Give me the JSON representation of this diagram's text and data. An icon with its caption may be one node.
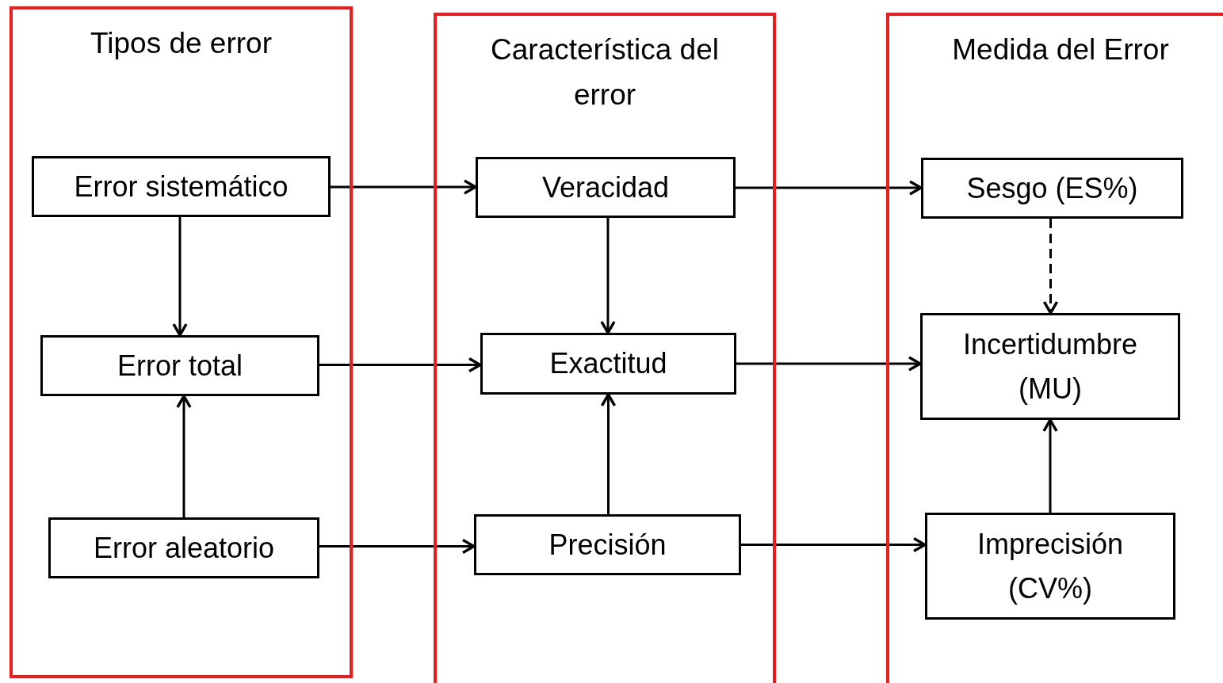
{
  "diagram": {
    "nodes": [
      {
        "text": [
          "Tipos de error"
        ]
      },
      {
        "text": [
          "Error sistemático"
        ],
        "in": 0
      },
      {
        "text": [
          "Error total"
        ],
        "in": 0
      },
      {
        "text": [
          "Error aleatorio"
        ],
        "in": 0
      },
      {
        "text": [
          "Característica del error"
        ]
      },
      {
        "text": [
          "Veracidad"
        ],
        "in": 4
      },
      {
        "text": [
          "Exactitud"
        ],
        "in": 4
      },
      {
        "text": [
          "Precisión"
        ],
        "in": 4
      },
      {
        "text": [
          "Medida del Error"
        ]
      },
      {
        "text": [
          "Sesgo (ES%)"
        ],
        "in": 8
      },
      {
        "text": [
          "Incertidumbre (MU)"
        ],
        "in": 8
      },
      {
        "text": [
          "Imprecisión (CV%)"
        ],
        "in": 8
      }
    ],
    "edges": [
      {
        "from": 1,
        "to": 5,
        "arrow": "to"
      },
      {
        "from": 1,
        "to": 2,
        "arrow": "to"
      },
      {
        "from": 3,
        "to": 2,
        "arrow": "to"
      },
      {
        "from": 2,
        "to": 6,
        "arrow": "to"
      },
      {
        "from": 3,
        "to": 7,
        "arrow": "to"
      },
      {
        "from": 5,
        "to": 6,
        "arrow": "to"
      },
      {
        "from": 7,
        "to": 6,
        "arrow": "to"
      },
      {
        "from": 5,
        "to": 9,
        "arrow": "to"
      },
      {
        "from": 6,
        "to": 10,
        "arrow": "to"
      },
      {
        "from": 7,
        "to": 11,
        "arrow": "to"
      },
      {
        "from": 9,
        "to": 10,
        "arrow": "to",
        "style": "dashed"
      },
      {
        "from": 11,
        "to": 10,
        "arrow": "to"
      }
    ]
  }
}
